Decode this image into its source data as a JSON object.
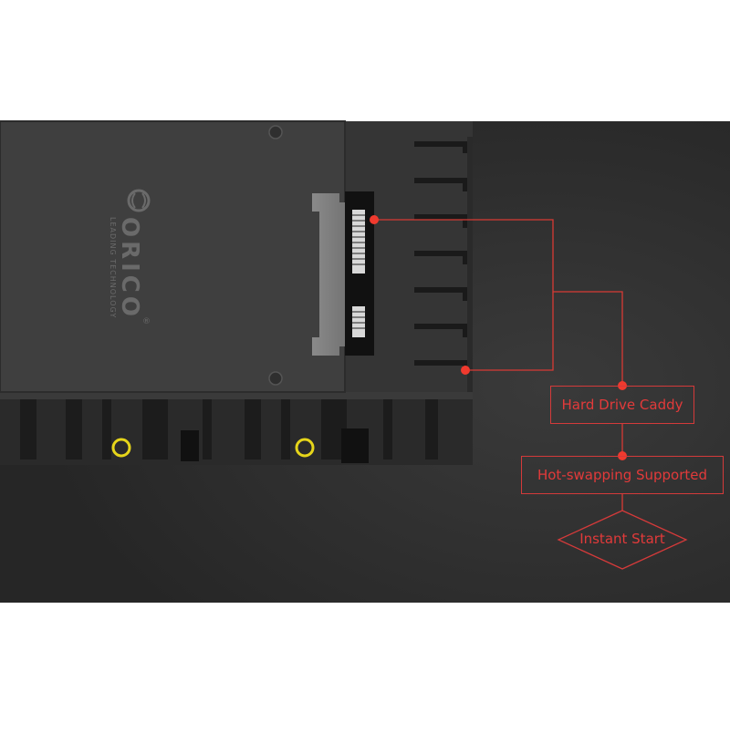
{
  "brand": {
    "name": "ORICO",
    "tagline": "LEADING TECHNOLOGY",
    "registered": "®"
  },
  "callouts": {
    "hard_drive_caddy": "Hard Drive Caddy",
    "hot_swapping": "Hot-swapping Supported",
    "instant_start": "Instant Start"
  },
  "colors": {
    "panel_background": "#2c2c2c",
    "caddy_body": "#383838",
    "accent_red": "#e8372e",
    "screw_ring": "#e6d51a"
  }
}
